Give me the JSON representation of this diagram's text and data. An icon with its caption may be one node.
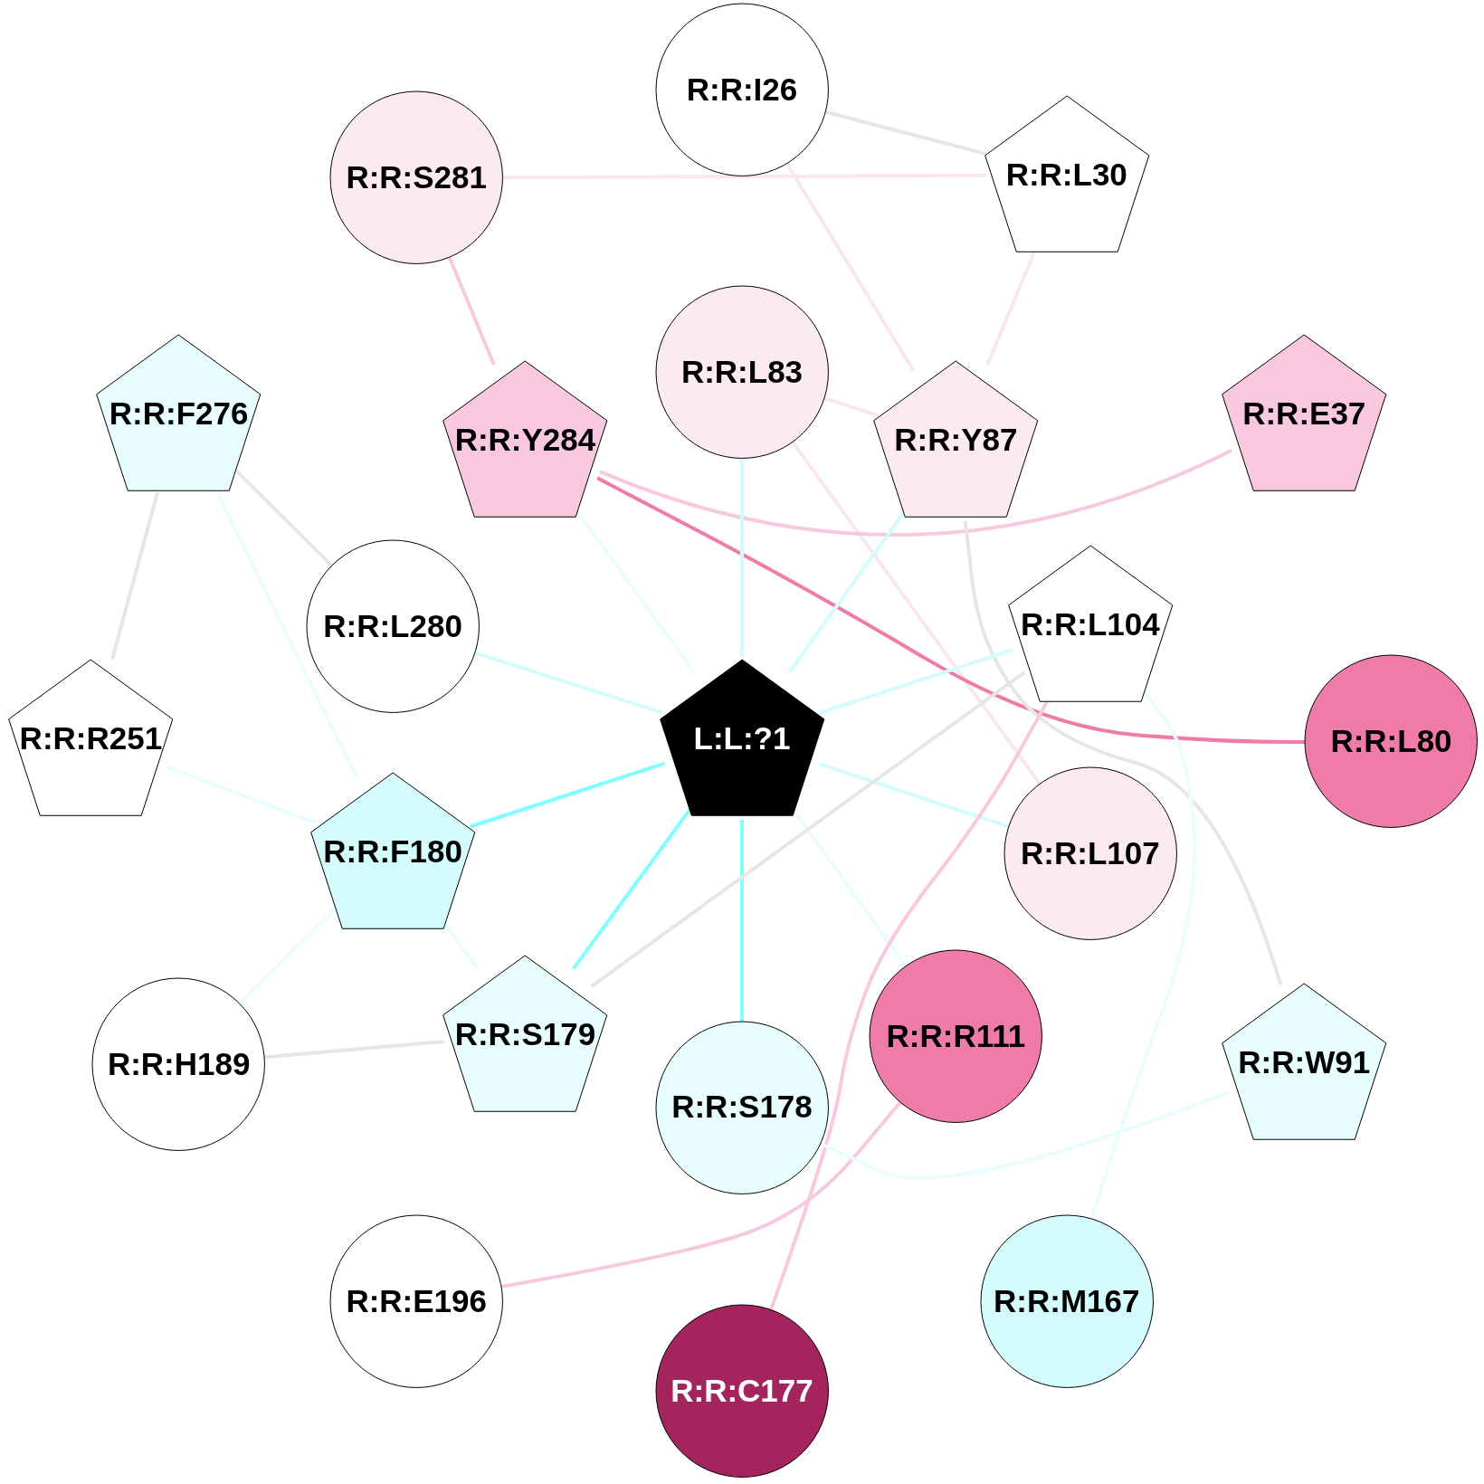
{
  "diagram": {
    "nodes": [
      {
        "text": [
          "L:L:?1"
        ]
      },
      {
        "text": [
          "R:R:I26"
        ]
      },
      {
        "text": [
          "R:R:S281"
        ]
      },
      {
        "text": [
          "R:R:L30"
        ]
      },
      {
        "text": [
          "R:R:F276"
        ]
      },
      {
        "text": [
          "R:R:Y284"
        ]
      },
      {
        "text": [
          "R:R:L83"
        ]
      },
      {
        "text": [
          "R:R:Y87"
        ]
      },
      {
        "text": [
          "R:R:E37"
        ]
      },
      {
        "text": [
          "R:R:L280"
        ]
      },
      {
        "text": [
          "R:R:L104"
        ]
      },
      {
        "text": [
          "R:R:R251"
        ]
      },
      {
        "text": [
          "R:R:L80"
        ]
      },
      {
        "text": [
          "R:R:F180"
        ]
      },
      {
        "text": [
          "R:R:L107"
        ]
      },
      {
        "text": [
          "R:R:H189"
        ]
      },
      {
        "text": [
          "R:R:S179"
        ]
      },
      {
        "text": [
          "R:R:S178"
        ]
      },
      {
        "text": [
          "R:R:R111"
        ]
      },
      {
        "text": [
          "R:R:W91"
        ]
      },
      {
        "text": [
          "R:R:E196"
        ]
      },
      {
        "text": [
          "R:R:M167"
        ]
      },
      {
        "text": [
          "R:R:C177"
        ]
      }
    ],
    "edges": [
      {
        "from": 1,
        "to": 3,
        "arrow": "none",
        "color": "#e6e6e6"
      },
      {
        "from": 2,
        "to": 3,
        "arrow": "none",
        "color": "#fbe6ee"
      },
      {
        "from": 1,
        "to": 7,
        "arrow": "none",
        "color": "#fbe6ee"
      },
      {
        "from": 3,
        "to": 7,
        "arrow": "none",
        "color": "#fbe6ee"
      },
      {
        "from": 2,
        "to": 5,
        "arrow": "none",
        "color": "#f8c8de"
      },
      {
        "from": 6,
        "to": 7,
        "arrow": "none",
        "color": "#fbe6ee"
      },
      {
        "from": 6,
        "to": 14,
        "arrow": "none",
        "color": "#fbe6ee"
      },
      {
        "from": 5,
        "to": 8,
        "arrow": "none",
        "color": "#f8c8de"
      },
      {
        "from": 5,
        "to": 12,
        "arrow": "none",
        "color": "#ef7ba9"
      },
      {
        "from": 7,
        "to": 19,
        "arrow": "none",
        "color": "#e6e6e6"
      },
      {
        "from": 0,
        "to": 6,
        "arrow": "none",
        "color": "#d4fcfc"
      },
      {
        "from": 0,
        "to": 5,
        "arrow": "none",
        "color": "#e8fdfd"
      },
      {
        "from": 0,
        "to": 7,
        "arrow": "none",
        "color": "#d4fcfc"
      },
      {
        "from": 0,
        "to": 9,
        "arrow": "none",
        "color": "#d4fcfc"
      },
      {
        "from": 0,
        "to": 10,
        "arrow": "none",
        "color": "#d4fcfc"
      },
      {
        "from": 0,
        "to": 14,
        "arrow": "none",
        "color": "#d4fcfc"
      },
      {
        "from": 0,
        "to": 13,
        "arrow": "none",
        "color": "#80ffff"
      },
      {
        "from": 0,
        "to": 16,
        "arrow": "none",
        "color": "#80ffff"
      },
      {
        "from": 0,
        "to": 17,
        "arrow": "none",
        "color": "#80ffff"
      },
      {
        "from": 0,
        "to": 18,
        "arrow": "none",
        "color": "#e8fdfd"
      },
      {
        "from": 4,
        "to": 9,
        "arrow": "none",
        "color": "#e6e6e6"
      },
      {
        "from": 4,
        "to": 11,
        "arrow": "none",
        "color": "#e6e6e6"
      },
      {
        "from": 4,
        "to": 13,
        "arrow": "none",
        "color": "#e8fdfd"
      },
      {
        "from": 11,
        "to": 13,
        "arrow": "none",
        "color": "#e8fdfd"
      },
      {
        "from": 13,
        "to": 15,
        "arrow": "none",
        "color": "#e8fdfd"
      },
      {
        "from": 13,
        "to": 16,
        "arrow": "none",
        "color": "#e8fdfd"
      },
      {
        "from": 15,
        "to": 16,
        "arrow": "none",
        "color": "#e6e6e6"
      },
      {
        "from": 16,
        "to": 10,
        "arrow": "none",
        "color": "#e6e6e6"
      },
      {
        "from": 10,
        "to": 22,
        "arrow": "none",
        "color": "#f8c8de"
      },
      {
        "from": 18,
        "to": 20,
        "arrow": "none",
        "color": "#f8c8de"
      },
      {
        "from": 17,
        "to": 19,
        "arrow": "none",
        "color": "#e8fdfd"
      },
      {
        "from": 10,
        "to": 21,
        "arrow": "none",
        "color": "#e8fdfd"
      }
    ]
  }
}
